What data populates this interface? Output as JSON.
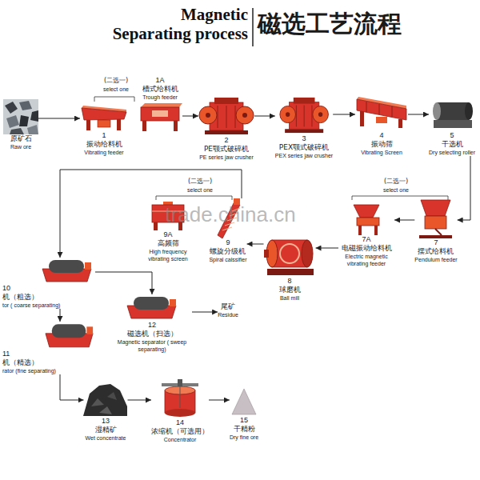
{
  "diagram": {
    "title": "Magnetic Separating process",
    "nodes": [
      {
        "text": [
          "原矿石",
          "Raw ore"
        ]
      },
      {
        "text": [
          "1",
          "振动给料机",
          "Vibrating feeder"
        ]
      },
      {
        "text": [
          "1A",
          "槽式给料机",
          "Trough feeder"
        ]
      },
      {
        "text": [
          "2",
          "PE颚式破碎机",
          "PE series jaw crusher"
        ]
      },
      {
        "text": [
          "3",
          "PEX颚式破碎机",
          "PEX series jaw crusher"
        ]
      },
      {
        "text": [
          "4",
          "振动筛",
          "Vibrating Screen"
        ]
      },
      {
        "text": [
          "5",
          "干选机",
          "Dry selecting roller"
        ]
      },
      {
        "text": [
          "9A",
          "高频筛",
          "High frequency vibrating screen"
        ]
      },
      {
        "text": [
          "9",
          "螺旋分级机",
          "Spiral calssifier"
        ]
      },
      {
        "text": [
          "8",
          "球磨机",
          "Ball mill"
        ]
      },
      {
        "text": [
          "7A",
          "电磁振动给料机",
          "Electric magnetic vibrating feeder"
        ]
      },
      {
        "text": [
          "7",
          "摆式给料机",
          "Pendulum feeder"
        ]
      },
      {
        "text": [
          "10",
          "机（粗选）",
          "tor ( coarse separating)"
        ]
      },
      {
        "text": [
          "12",
          "磁选机（扫选）",
          "Magnetic separator ( sweep separating)"
        ]
      },
      {
        "text": [
          "尾矿",
          "Residue"
        ]
      },
      {
        "text": [
          "11",
          "机（精选）",
          "rator (fine separating)"
        ]
      },
      {
        "text": [
          "13",
          "湿精矿",
          "Wet concentrate"
        ]
      },
      {
        "text": [
          "14",
          "浓缩机（可选用）",
          "Concentrator"
        ]
      },
      {
        "text": [
          "15",
          "干精粉",
          "Dry fine ore"
        ]
      }
    ],
    "edges": [
      {
        "from": 0,
        "to": 1,
        "arrow": "to"
      },
      {
        "from": 2,
        "to": 3,
        "arrow": "to"
      },
      {
        "from": 3,
        "to": 4,
        "arrow": "to"
      },
      {
        "from": 4,
        "to": 5,
        "arrow": "to"
      },
      {
        "from": 5,
        "to": 6,
        "arrow": "to"
      },
      {
        "from": 6,
        "to": 11,
        "arrow": "to"
      },
      {
        "from": 11,
        "to": 10,
        "arrow": "to"
      },
      {
        "from": 10,
        "to": 9,
        "arrow": "to"
      },
      {
        "from": 9,
        "to": 8,
        "arrow": "to"
      },
      {
        "from": 8,
        "to": 12,
        "arrow": "to"
      },
      {
        "from": 12,
        "to": 15,
        "arrow": "to"
      },
      {
        "from": 12,
        "to": 13,
        "arrow": "to"
      },
      {
        "from": 13,
        "to": 14,
        "arrow": "to"
      },
      {
        "from": 15,
        "to": 16,
        "arrow": "to"
      },
      {
        "from": 16,
        "to": 17,
        "arrow": "to"
      },
      {
        "from": 17,
        "to": 18,
        "arrow": "to"
      }
    ],
    "labels": [
      "磁选工艺流程",
      "(二选一)",
      "select one",
      "(二选一)",
      "select one",
      "(二选一)",
      "select one",
      "trade.china.cn"
    ]
  }
}
